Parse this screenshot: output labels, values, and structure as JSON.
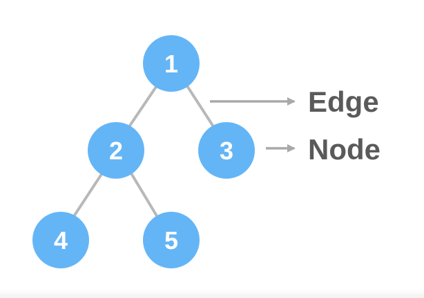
{
  "colors": {
    "node_fill": "#64b5f6",
    "node_text": "#ffffff",
    "edge": "#b8b8b8",
    "arrow": "#a9a9a9",
    "legend_text": "#5a5a5a"
  },
  "tree": {
    "nodes": [
      {
        "id": "1",
        "label": "1"
      },
      {
        "id": "2",
        "label": "2"
      },
      {
        "id": "3",
        "label": "3"
      },
      {
        "id": "4",
        "label": "4"
      },
      {
        "id": "5",
        "label": "5"
      }
    ],
    "edges": [
      {
        "from": "1",
        "to": "2"
      },
      {
        "from": "1",
        "to": "3"
      },
      {
        "from": "2",
        "to": "4"
      },
      {
        "from": "2",
        "to": "5"
      }
    ]
  },
  "legend": {
    "edge_label": "Edge",
    "node_label": "Node"
  }
}
